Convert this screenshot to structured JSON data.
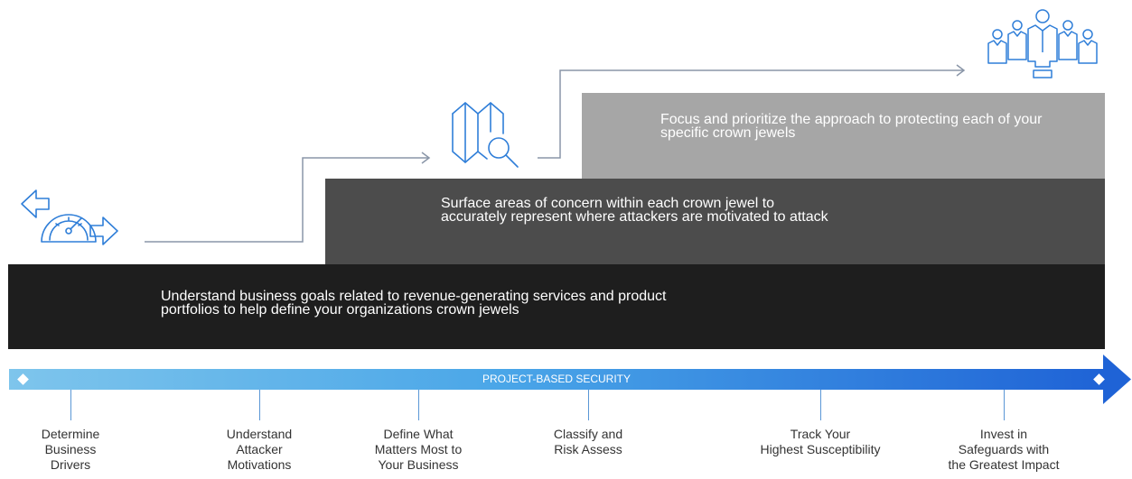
{
  "bands": [
    {
      "text": "Understand business goals related to revenue-generating services and product portfolios to help define your organizations crown jewels"
    },
    {
      "text": "Surface areas of concern within each crown jewel to accurately represent where attackers are motivated to attack"
    },
    {
      "text": "Focus and prioritize the approach to protecting each of your specific crown jewels"
    }
  ],
  "timeline": {
    "label": "PROJECT-BASED SECURITY",
    "milestones": [
      {
        "label": "Determine\nBusiness\nDrivers"
      },
      {
        "label": "Understand\nAttacker\nMotivations"
      },
      {
        "label": "Define What\nMatters Most to\nYour Business"
      },
      {
        "label": "Classify and\nRisk Assess"
      },
      {
        "label": "Track Your\nHighest Susceptibility"
      },
      {
        "label": "Invest in\nSafeguards with\nthe Greatest Impact"
      }
    ]
  },
  "icons": [
    "speedometer-arrows-icon",
    "map-search-icon",
    "people-group-icon"
  ],
  "colors": {
    "band_dark": "#1e1e1e",
    "band_mid": "#4c4c4c",
    "band_light": "#a6a6a6",
    "icon_blue": "#2f7ed8",
    "connector": "#8a96a8"
  }
}
